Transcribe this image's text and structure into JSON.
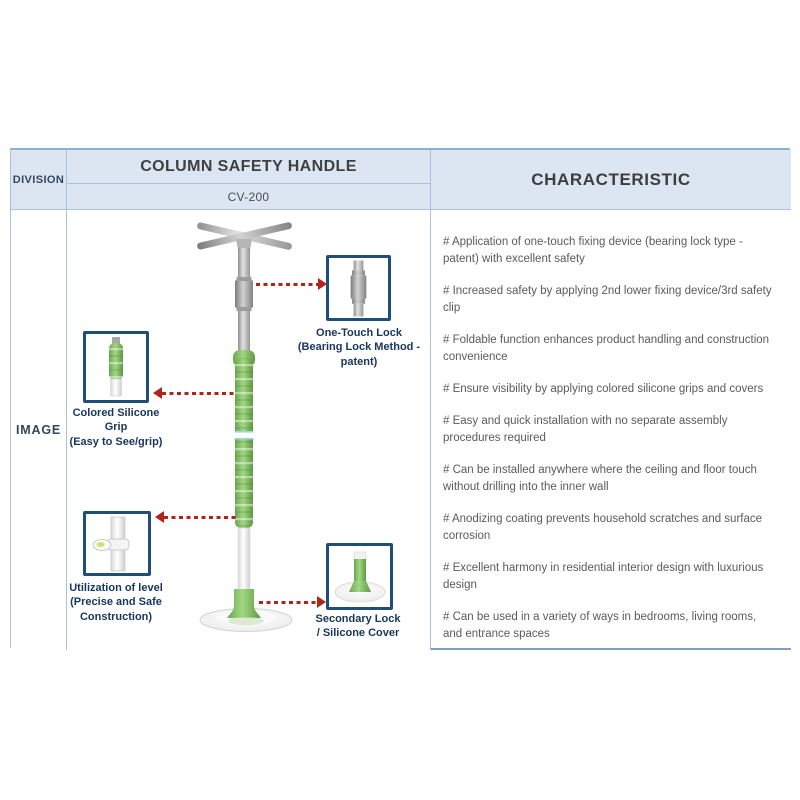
{
  "header": {
    "division_label": "DIVISION",
    "product_title": "COLUMN SAFETY HANDLE",
    "model": "CV-200",
    "characteristic_label": "CHARACTERISTIC",
    "image_label": "IMAGE"
  },
  "callouts": {
    "one_touch_lock": {
      "label": "One-Touch Lock\n(Bearing Lock Method -\npatent)"
    },
    "colored_grip": {
      "label": "Colored Silicone\nGrip\n(Easy to See/grip)"
    },
    "level": {
      "label": "Utilization of level\n(Precise and Safe\nConstruction)"
    },
    "secondary_lock": {
      "label": "Secondary Lock\n/ Silicone Cover"
    }
  },
  "characteristics": [
    "# Application of one-touch fixing device (bearing lock type - patent) with excellent safety",
    "# Increased safety by applying 2nd lower fixing device/3rd safety clip",
    "# Foldable function enhances product handling and construction convenience",
    "# Ensure visibility by applying colored silicone grips and covers",
    "# Easy and quick installation with no separate assembly procedures required",
    "# Can be installed anywhere where the ceiling and floor touch without drilling into the inner wall",
    "# Anodizing coating prevents household scratches and surface corrosion",
    "# Excellent harmony in residential interior design with luxurious design",
    "# Can be used in a variety of ways in bedrooms, living rooms, and entrance spaces"
  ],
  "colors": {
    "header_bg": "#dce6f2",
    "table_border": "#a9c1da",
    "callout_box_border": "#1f4e79",
    "arrow_red": "#b02419",
    "grip_green": "#8cc56f",
    "label_navy": "#17365d"
  }
}
